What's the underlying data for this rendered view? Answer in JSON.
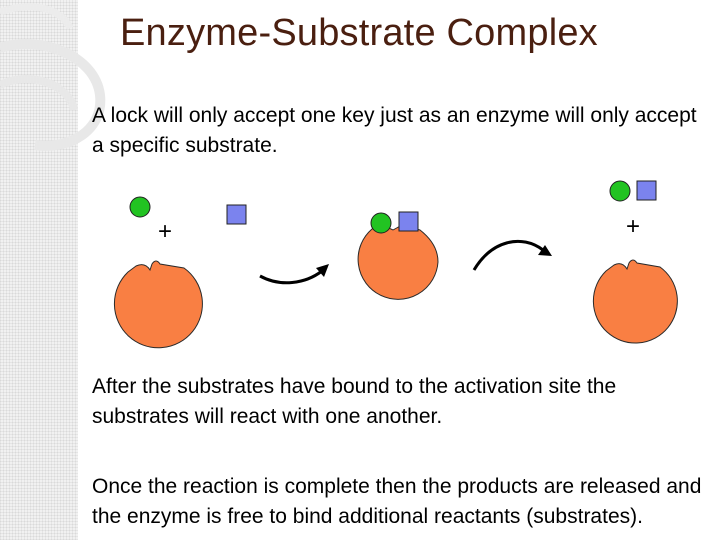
{
  "slide": {
    "title": "Enzyme-Substrate Complex",
    "paragraph_1": "A lock will only accept one key just as an enzyme will only accept a specific substrate.",
    "paragraph_2": "After the substrates have bound to the activation site the substrates will react with one another.",
    "paragraph_3": "Once the reaction is complete then the products are released and the enzyme is free to bind additional reactants (substrates)."
  },
  "diagram": {
    "plus_sign": "+",
    "colors": {
      "enzyme": "#f97f43",
      "substrate_circle": "#22c322",
      "substrate_square": "#7b83ee",
      "arrow": "#000000"
    }
  }
}
